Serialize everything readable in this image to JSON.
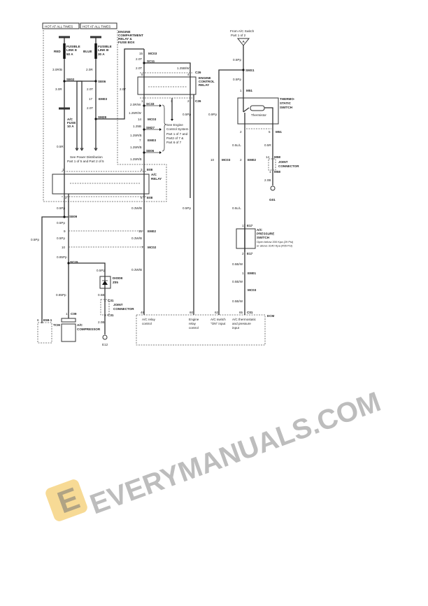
{
  "labels": {
    "hot1": "HOT AT ALL TIMES",
    "hot2": "HOT AT ALL TIMES",
    "ecrfb1": "ENGINE",
    "ecrfb2": "COMPARTMENT",
    "ecrfb3": "RELAY &",
    "ecrfb4": "FUSE BOX",
    "red": "RED",
    "fle1": "FUSIBLE",
    "fle2": "LINK E",
    "fle3": "50 A",
    "blue": "BLUE",
    "flb1": "FUSIBLE",
    "flb2": "LINK B",
    "flb3": "30 A",
    "w30rb": "3.0R/B",
    "se02": "SE02",
    "w30r": "3.0R",
    "acf1": "A/C",
    "acf2": "FUSE",
    "acf3": "10 A",
    "w05r": "0.5R",
    "w20r": "2.0R",
    "se06a": "SE06",
    "w20t1": "2.0T",
    "p17": "17",
    "em03a": "EM03",
    "w20t2": "2.0T",
    "sm28": "SM28",
    "w20t3": "2.0T",
    "spd1": "See Power Distribution",
    "spd2": "Part 1 of 5 and Part 2 of 5",
    "p15": "15",
    "mc03a": "MC03",
    "w20t4": "2.0T",
    "sc11": "SC11",
    "w20t5": "2.0T",
    "w125bw": "1.25B/W",
    "p5": "5",
    "p4": "4",
    "c26a": "C26",
    "ecr1": "ENGINE",
    "ecr2": "CONTROL",
    "ecr3": "RELAY",
    "p1a": "1",
    "p3a": "3",
    "p2a": "2",
    "c26b": "C26",
    "w20rw": "2.0R/W",
    "sc33": "SC33",
    "w125rw": "1.25R/W",
    "p14a": "14",
    "mc03b": "MC03",
    "w125b": "1.25B",
    "sm27": "SM27",
    "w125rb1": "1.25R/B",
    "p7a": "7",
    "em03b": "EM03",
    "w125rb2": "1.25R/B",
    "se06b": "SE06",
    "w125rb3": "1.25R/B",
    "secs1": "See Engine",
    "secs2": "Control System",
    "secs3": "Part 1 of 7 and",
    "secs4": "Part2 of 7  &",
    "secs5": "Part 6 of 7",
    "p3b": "3",
    "e08a": "E08",
    "acr1": "A/C",
    "acr2": "RELAY",
    "p1b": "1",
    "p2b": "2",
    "p6": "6",
    "e08b": "E08",
    "w05pp1": "0.5Pp",
    "w03wb1": "0.3W/B",
    "se09": "SE09",
    "w05pp2": "0.5Pp",
    "p9": "9",
    "p15b": "15",
    "em02a": "EM02",
    "w05pp3": "0.5Pp",
    "w03wb2": "0.3W/B",
    "p10": "10",
    "p7b": "7",
    "mc02": "MC02",
    "w085pp1": "0.85Pp",
    "sc15": "SC15",
    "w05ppl": "0.5Pp",
    "w03wb3": "0.3W/B",
    "p6b": "6",
    "e591": "E59-1",
    "tcm": "TCM",
    "w05pp4": "0.5Pp",
    "dio1": "DIODE",
    "dio2": "Z05",
    "w05b": "0.5B",
    "p1c": "1",
    "c31a": "C31",
    "jc1": "JOINT",
    "jc2": "CONNECTOR",
    "p5b": "5",
    "c31b": "C31",
    "w20b1": "2.0B",
    "e12": "E12",
    "w085pp2": "0.85Pp",
    "p1d": "1",
    "c09": "C09",
    "acc1": "A/C",
    "acc2": "COMPRESSOR",
    "p48": "48",
    "p60": "60",
    "p62": "62",
    "p65": "65",
    "c01": "C01",
    "ecm": "ECM",
    "ecm1a": "A/C relay",
    "ecm1b": "control",
    "ecm2a": "Engine",
    "ecm2b": "relay",
    "ecm2c": "control",
    "ecm3a": "A/C  switch",
    "ecm3b": "\"ON\" input",
    "ecm4a": "A/C thermostatic",
    "ecm4b": "and pressure",
    "ecm4c": "input",
    "w05pp5": "0.5Pp",
    "w05pp6": "0.5Pp",
    "w09pp": "0.9Pp",
    "fas1": "From A/C Switch",
    "fas2": "Part 1 of 2",
    "conA": "A",
    "w05pp7": "0.5Pp",
    "sms1": "SMS1",
    "w05pp8": "0.5Pp",
    "p1e": "1",
    "m51a": "M51",
    "ts1": "THERMO-",
    "ts2": "STATIC",
    "ts3": "SWITCH",
    "thermistor": "Thermistor",
    "p2c": "2",
    "p5c": "5",
    "m51b": "M51",
    "w05ll1": "0.5L/L",
    "w05r2": "0.5R",
    "p10b": "10",
    "mc03c": "MC03",
    "p2d": "2",
    "em02b": "EM02",
    "p14b": "14",
    "m58a": "M58",
    "jc3": "JOINT",
    "jc4": "CONNECTOR",
    "p1f": "1",
    "m58b": "M58",
    "w20b2": "2.0B",
    "g01": "G01",
    "w05ll2": "0.5L/L",
    "p1g": "1",
    "e17a": "E17",
    "ps1": "A/C",
    "ps2": "PRESSURE",
    "ps3": "SWITCH",
    "ps4": "Open below 200 Kpa (29 Psi)",
    "ps5": "or above 3140 Kpa (455 Psi)",
    "p2e": "2",
    "e17b": "E17",
    "w05bw1": "0.5B/W",
    "p1h": "1",
    "em01": "EM01",
    "w05bw2": "0.5B/W",
    "mc03d": "MC03",
    "w05bw3": "0.5B/W"
  },
  "watermark": {
    "text": "EVERYMANUALS.COM",
    "logo_letter": "E",
    "logo_color": "#f2c14e"
  },
  "colors": {
    "wire": "#333333",
    "text": "#222222"
  }
}
